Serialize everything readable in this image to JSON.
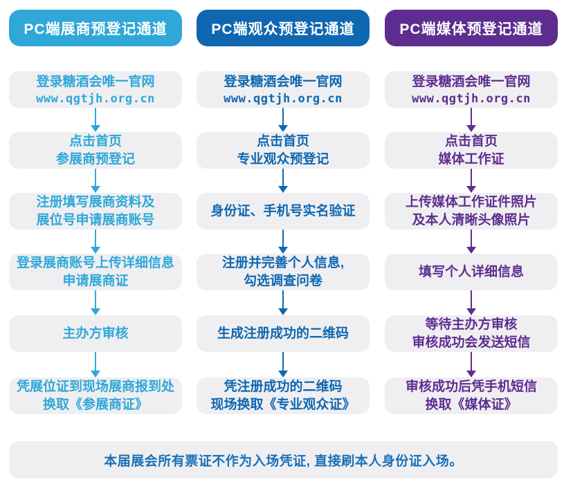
{
  "colors": {
    "exhibitor_accent": "#2fa7d9",
    "visitor_accent": "#0f67b1",
    "media_accent": "#5e2d90",
    "box_background": "#efeff1",
    "footer_text": "#1a70b8"
  },
  "columns": [
    {
      "id": "exhibitor",
      "header": "PC端展商预登记通道",
      "steps": [
        {
          "lines": [
            "登录糖酒会唯一官网",
            "www.qgtjh.org.cn"
          ]
        },
        {
          "lines": [
            "点击首页",
            "参展商预登记"
          ]
        },
        {
          "lines": [
            "注册填写展商资料及",
            "展位号申请展商账号"
          ]
        },
        {
          "lines": [
            "登录展商账号上传详细信息",
            "申请展商证"
          ]
        },
        {
          "lines": [
            "主办方审核"
          ]
        },
        {
          "lines": [
            "凭展位证到现场展商报到处",
            "换取《参展商证》"
          ]
        }
      ]
    },
    {
      "id": "visitor",
      "header": "PC端观众预登记通道",
      "steps": [
        {
          "lines": [
            "登录糖酒会唯一官网",
            "www.qgtjh.org.cn"
          ]
        },
        {
          "lines": [
            "点击首页",
            "专业观众预登记"
          ]
        },
        {
          "lines": [
            "身份证、手机号实名验证"
          ]
        },
        {
          "lines": [
            "注册并完善个人信息,",
            "勾选调查问卷"
          ]
        },
        {
          "lines": [
            "生成注册成功的二维码"
          ]
        },
        {
          "lines": [
            "凭注册成功的二维码",
            "现场换取《专业观众证》"
          ]
        }
      ]
    },
    {
      "id": "media",
      "header": "PC端媒体预登记通道",
      "steps": [
        {
          "lines": [
            "登录糖酒会唯一官网",
            "www.qgtjh.org.cn"
          ]
        },
        {
          "lines": [
            "点击首页",
            "媒体工作证"
          ]
        },
        {
          "lines": [
            "上传媒体工作证件照片",
            "及本人清晰头像照片"
          ]
        },
        {
          "lines": [
            "填写个人详细信息"
          ]
        },
        {
          "lines": [
            "等待主办方审核",
            "审核成功会发送短信"
          ]
        },
        {
          "lines": [
            "审核成功后凭手机短信",
            "换取《媒体证》"
          ]
        }
      ]
    }
  ],
  "footer": {
    "text": "本届展会所有票证不作为入场凭证, 直接刷本人身份证入场。"
  }
}
